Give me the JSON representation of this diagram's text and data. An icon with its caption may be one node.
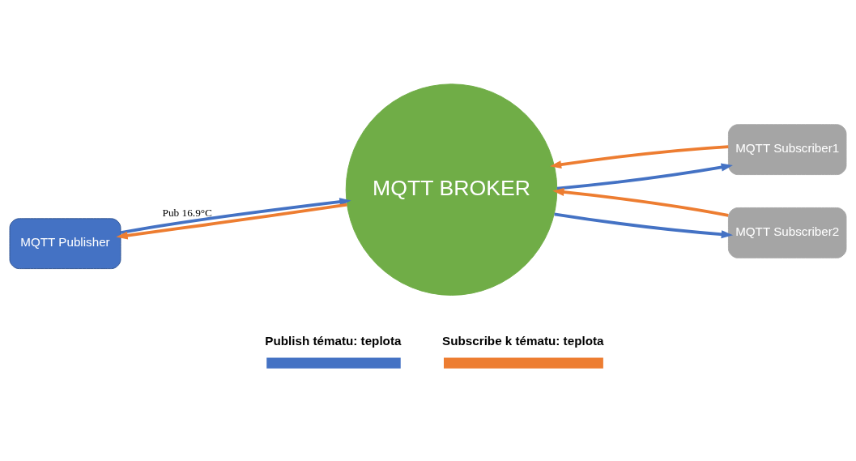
{
  "diagram": {
    "nodes": [
      {
        "text": [
          "MQTT Publisher"
        ]
      },
      {
        "text": [
          "MQTT BROKER"
        ]
      },
      {
        "text": [
          "MQTT Subscriber1"
        ]
      },
      {
        "text": [
          "MQTT Subscriber2"
        ]
      }
    ],
    "edges": [
      {
        "from": 1,
        "to": 0,
        "arrow": "to",
        "color": "#ed7d31"
      },
      {
        "from": 0,
        "to": 1,
        "arrow": "to",
        "label": "Pub 16.9°C",
        "color": "#4472c4"
      },
      {
        "from": 2,
        "to": 1,
        "arrow": "to",
        "color": "#ed7d31"
      },
      {
        "from": 1,
        "to": 2,
        "arrow": "to",
        "color": "#4472c4"
      },
      {
        "from": 1,
        "to": 3,
        "arrow": "to",
        "color": "#4472c4"
      },
      {
        "from": 3,
        "to": 1,
        "arrow": "to",
        "color": "#ed7d31"
      }
    ],
    "legend": [
      {
        "text": "Publish tématu: teplota",
        "color": "#4472c4"
      },
      {
        "text": "Subscribe k tématu: teplota",
        "color": "#ed7d31"
      }
    ]
  }
}
